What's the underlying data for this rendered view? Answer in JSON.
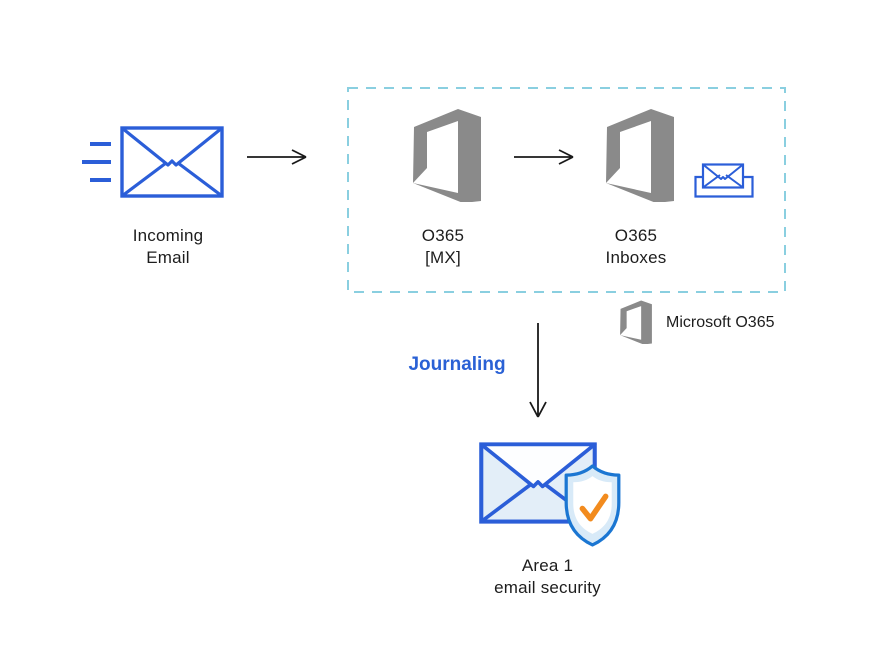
{
  "nodes": {
    "incoming_email": {
      "line1": "Incoming",
      "line2": "Email"
    },
    "o365_mx": {
      "line1": "O365",
      "line2": "[MX]"
    },
    "o365_inboxes": {
      "line1": "O365",
      "line2": "Inboxes"
    },
    "area1": {
      "line1": "Area 1",
      "line2": "email security"
    }
  },
  "flow_labels": {
    "journaling": "Journaling"
  },
  "legend": {
    "label": "Microsoft O365"
  },
  "icons": {
    "incoming_email": "envelope-with-speed-lines-icon",
    "o365_mx": "office365-logo",
    "o365_inboxes": "office365-logo",
    "inbox_tray": "envelope-in-tray-icon",
    "legend_logo": "office365-logo",
    "area1": "envelope-with-shield-check-icon"
  },
  "colors": {
    "primary_blue": "#2B5ED8",
    "journaling_text": "#2A61D5",
    "dashed_border": "#8ACFE0",
    "o365_gray": "#8A8A8A",
    "shield_blue": "#1B76D2",
    "check_orange": "#F28B1E",
    "label_text": "#1D1D1D",
    "arrow_black": "#1A1A1A",
    "light_blue_fill": "#E3EEF8"
  }
}
